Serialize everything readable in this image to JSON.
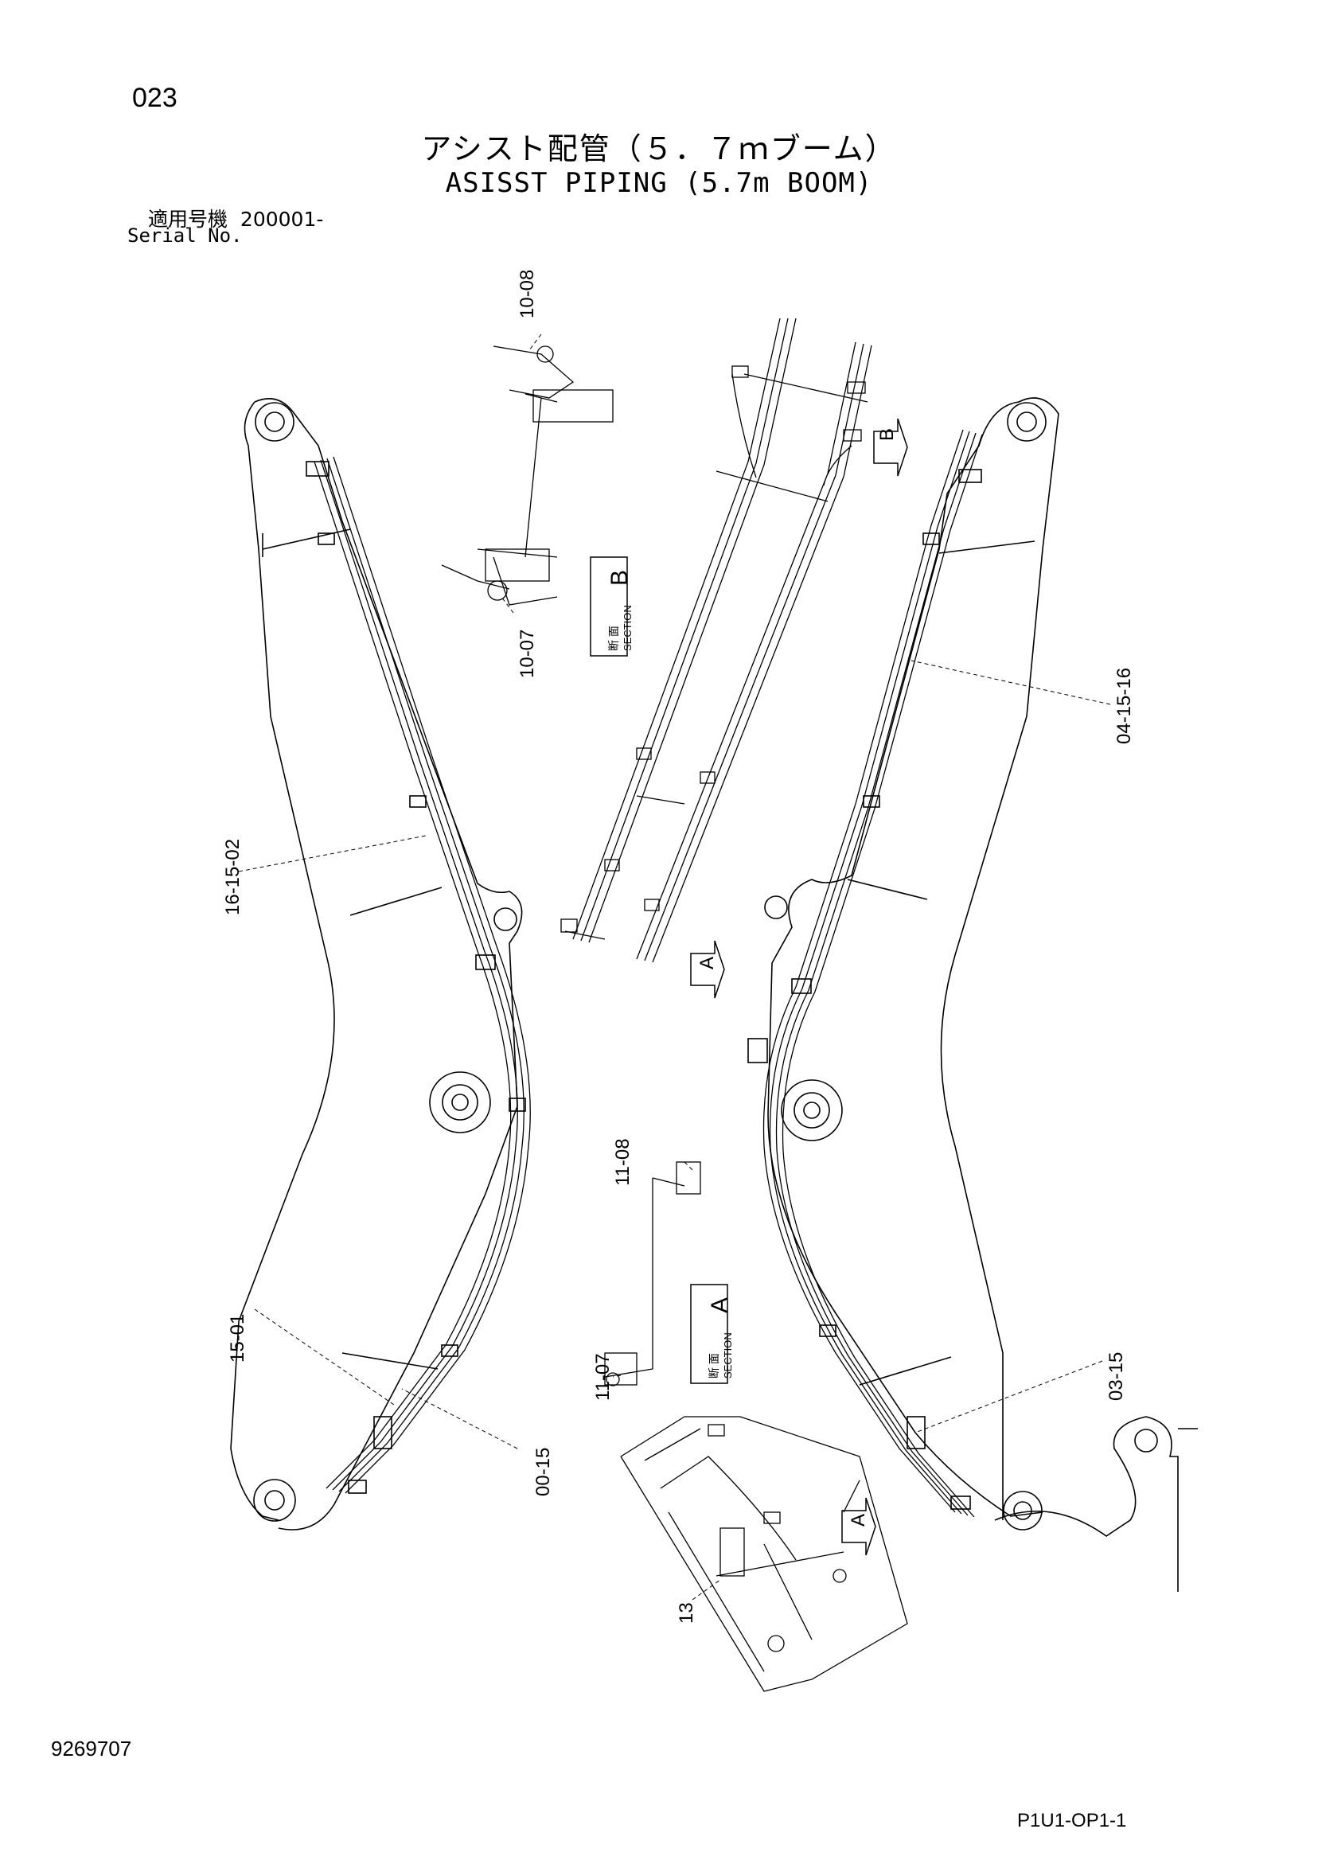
{
  "header": {
    "page_number": "023",
    "title_jp": "アシスト配管（５．７ｍブーム）",
    "title_en": "ASISST PIPING (5.7m BOOM)",
    "serial_label_jp": "適用号機",
    "serial_value": "200001-",
    "serial_label_en": "Serial No."
  },
  "callouts": {
    "c1008": "10-08",
    "c1007": "10-07",
    "c161502": "16-15-02",
    "c041516": "04-15-16",
    "c1501": "15-01",
    "c0015": "00-15",
    "c1108": "11-08",
    "c1107": "11-07",
    "c0315": "03-15",
    "c13": "13"
  },
  "section_labels": {
    "section_b_kanji": "断 面",
    "section_b_word": "SECTION",
    "section_b_letter": "B",
    "section_a_kanji": "断 面",
    "section_a_word": "SECTION",
    "section_a_letter": "A"
  },
  "view_arrows": {
    "b": "B",
    "a1": "A",
    "a2": "A"
  },
  "footer": {
    "doc_number": "9269707",
    "page_code": "P1U1-OP1-1"
  }
}
